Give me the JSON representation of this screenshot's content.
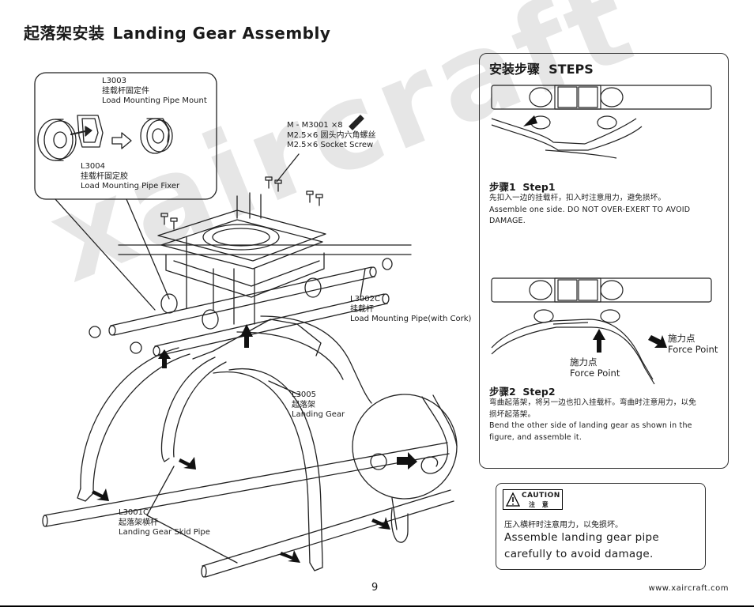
{
  "header": {
    "title_cn": "起落架安装",
    "title_en": "Landing Gear Assembly"
  },
  "watermark": "xaircraft",
  "parts": {
    "mount": {
      "code": "L3003",
      "cn": "挂载杆固定件",
      "en": "Load Mounting Pipe Mount"
    },
    "fixer": {
      "code": "L3004",
      "cn": "挂载杆固定胶",
      "en": "Load Mounting Pipe Fixer"
    },
    "screw": {
      "code": "M - M3001  ×8",
      "cn": "M2.5×6 圆头内六角螺丝",
      "en": "M2.5×6 Socket Screw"
    },
    "pipe": {
      "code": "L3002C",
      "cn": "挂载杆",
      "en": "Load Mounting Pipe(with Cork)"
    },
    "gear": {
      "code": "L3005",
      "cn": "起落架",
      "en": "Landing Gear"
    },
    "skid": {
      "code": "L3001C",
      "cn": "起落架横杆",
      "en": "Landing Gear Skid Pipe"
    }
  },
  "steps": {
    "title_cn": "安装步骤",
    "title_en": "STEPS",
    "step1": {
      "head_cn": "步骤1",
      "head_en": "Step1",
      "text_cn": "先扣入一边的挂载杆，扣入时注意用力，避免损坏。",
      "text_en": "Assemble one side. DO NOT OVER-EXERT TO AVOID DAMAGE."
    },
    "force_left_cn": "施力点",
    "force_left_en": "Force Point",
    "force_right_cn": "施力点",
    "force_right_en": "Force Point",
    "step2": {
      "head_cn": "步骤2",
      "head_en": "Step2",
      "text_cn": "弯曲起落架，将另一边也扣入挂载杆。弯曲时注意用力，以免损坏起落架。",
      "text_en": "Bend the other side of landing gear as shown in the figure, and assemble it."
    }
  },
  "caution": {
    "badge_word": "CAUTION",
    "badge_cn": "注 意",
    "text_cn": "压入横杆时注意用力，以免损坏。",
    "text_en": "Assemble landing gear pipe carefully to avoid damage."
  },
  "footer": {
    "page_number": "9",
    "website": "www.xaircraft.com"
  }
}
